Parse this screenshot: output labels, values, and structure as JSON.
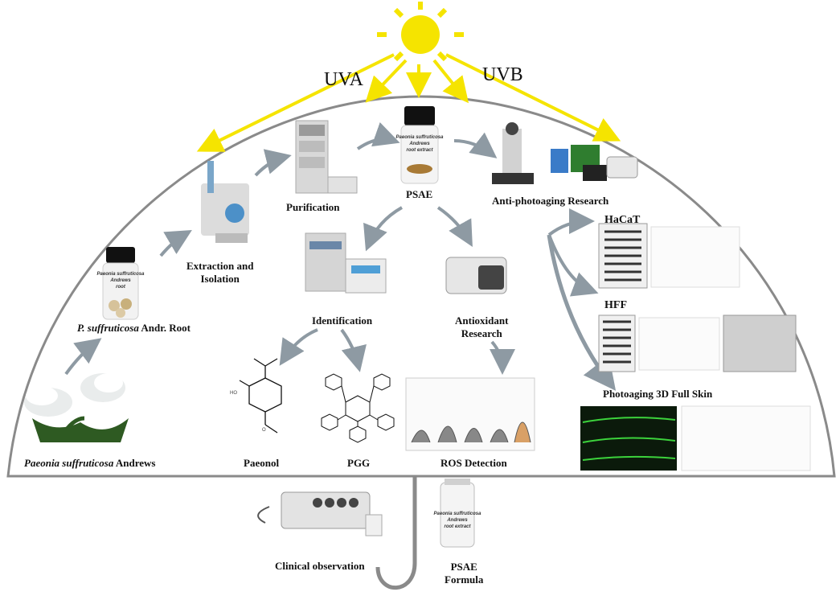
{
  "uv": {
    "left": "UVA",
    "right": "UVB"
  },
  "plant": {
    "species_italic": "Paeonia suffruticosa",
    "species_rest": " Andrews"
  },
  "root": {
    "italic": "P. suffruticosa",
    "rest": " Andr. Root"
  },
  "steps": {
    "extraction": "Extraction and\nIsolation",
    "purification": "Purification",
    "psae": "PSAE",
    "anti_photoaging": "Anti-photoaging Research",
    "identification": "Identification",
    "antioxidant": "Antioxidant\nResearch",
    "paeonol": "Paeonol",
    "pgg": "PGG",
    "ros": "ROS Detection"
  },
  "models": {
    "hacat": "HaCaT",
    "hff": "HFF",
    "skin3d": "Photoaging 3D Full Skin"
  },
  "bottom": {
    "clinical": "Clinical observation",
    "formula": "PSAE\nFormula"
  },
  "bottle_label": {
    "line1": "Paeonia suffruticosa",
    "line2": "Andrews",
    "line3": "root"
  },
  "bottle_label_psae": {
    "line1": "Paeonia suffruticosa",
    "line2": "Andrews",
    "line3": "root extract"
  },
  "molecule_labels": {
    "ho": "HO",
    "o": "O"
  },
  "colors": {
    "sun": "#f5e400",
    "umbrella": "#8a8a8a",
    "arrow": "#8e9aa3"
  }
}
